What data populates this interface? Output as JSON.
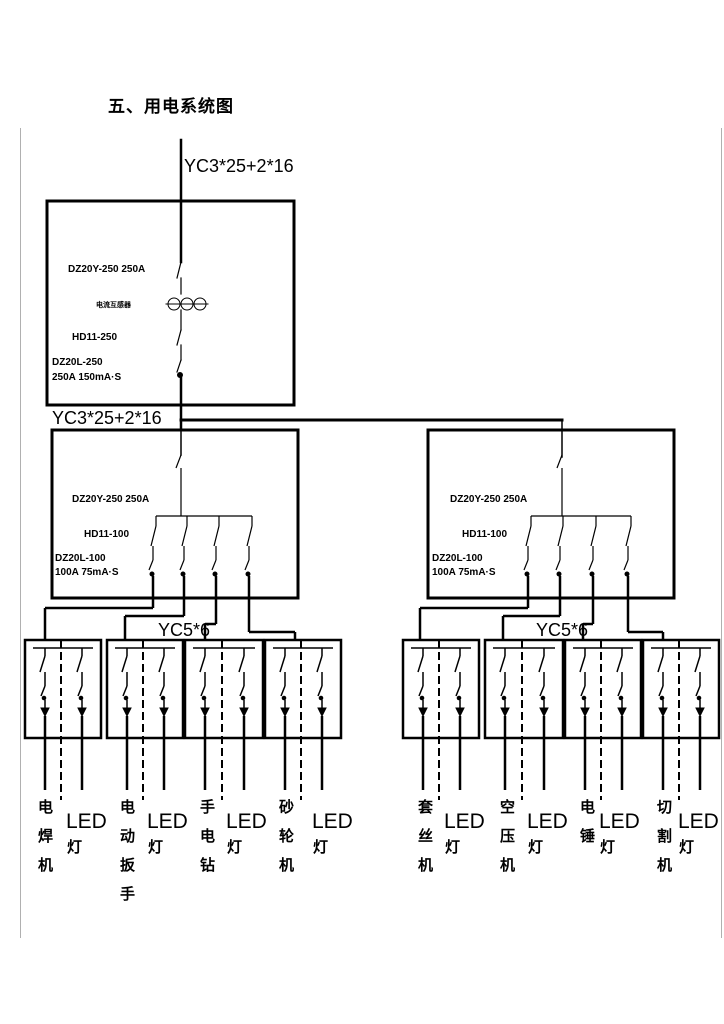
{
  "heading": "五、用电系统图",
  "main_cable": "YC3*25+2*16",
  "main_box": {
    "switch1": "DZ20Y-250 250A",
    "ct": "电流互感器",
    "switch2": "HD11-250",
    "rcd1": "DZ20L-250",
    "rcd2": "250A 150mA·S"
  },
  "branch_cable": "YC3*25+2*16",
  "dist_boxes": [
    {
      "switch1": "DZ20Y-250 250A",
      "switch2": "HD11-100",
      "rcd1": "DZ20L-100",
      "rcd2": "100A 75mA·S",
      "out_cable": "YC5*6"
    },
    {
      "switch1": "DZ20Y-250 250A",
      "switch2": "HD11-100",
      "rcd1": "DZ20L-100",
      "rcd2": "100A 75mA·S",
      "out_cable": "YC5*6"
    }
  ],
  "loads": [
    {
      "device": "电焊机",
      "lamp": "LED",
      "lamp_unit": "灯"
    },
    {
      "device": "电动扳手",
      "lamp": "LED",
      "lamp_unit": "灯"
    },
    {
      "device": "手电钻",
      "lamp": "LED",
      "lamp_unit": "灯"
    },
    {
      "device": "砂轮机",
      "lamp": "LED",
      "lamp_unit": "灯"
    },
    {
      "device": "套丝机",
      "lamp": "LED",
      "lamp_unit": "灯"
    },
    {
      "device": "空压机",
      "lamp": "LED",
      "lamp_unit": "灯"
    },
    {
      "device": "电锤",
      "lamp": "LED",
      "lamp_unit": "灯"
    },
    {
      "device": "切割机",
      "lamp": "LED",
      "lamp_unit": "灯"
    }
  ]
}
